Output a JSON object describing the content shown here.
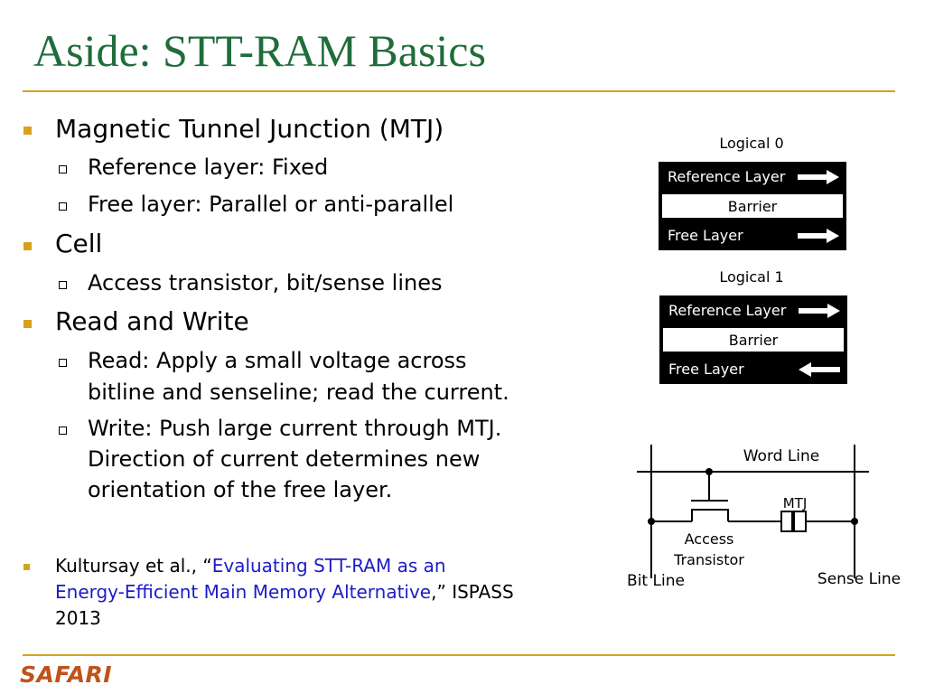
{
  "title": "Aside: STT-RAM Basics",
  "bullets": {
    "mtj": "Magnetic Tunnel Junction (MTJ)",
    "ref_layer": "Reference layer: Fixed",
    "free_layer": "Free layer: Parallel or anti-parallel",
    "cell": "Cell",
    "access": "Access transistor, bit/sense lines",
    "rw": "Read and Write",
    "read_1": "Read: Apply a small voltage across",
    "read_2": "bitline and senseline; read the current.",
    "write_1": "Write: Push large current through MTJ.",
    "write_2": "Direction of current determines new",
    "write_3": "orientation of the free layer."
  },
  "citation": {
    "authors": "Kultursay et al., “",
    "link_1": "Evaluating STT-RAM as an",
    "link_2": "Energy-Efficient Main Memory Alternative",
    "suffix": ",” ISPASS",
    "year": "2013"
  },
  "mtj_diagrams": [
    {
      "caption": "Logical 0",
      "reference": "Reference Layer",
      "barrier": "Barrier",
      "free": "Free Layer",
      "free_direction": "right"
    },
    {
      "caption": "Logical 1",
      "reference": "Reference Layer",
      "barrier": "Barrier",
      "free": "Free Layer",
      "free_direction": "left"
    }
  ],
  "circuit": {
    "word_line": "Word Line",
    "mtj": "MTJ",
    "access_1": "Access",
    "access_2": "Transistor",
    "bit_line": "Bit Line",
    "sense_line": "Sense Line"
  },
  "footer": {
    "logo": "SAFARI"
  },
  "colors": {
    "title": "#1f6d3b",
    "rule": "#d7a21a",
    "bullet": "#d7a21a",
    "link": "#1c1cc7",
    "logo": "#c0521a"
  }
}
